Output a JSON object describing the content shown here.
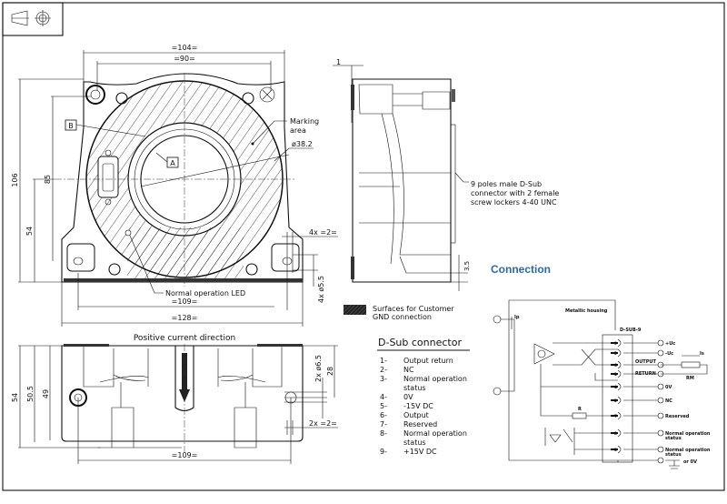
{
  "dimensions": {
    "front_width_104": "=104=",
    "front_width_90": "=90=",
    "front_width_109": "=109=",
    "front_width_128": "=128=",
    "height_106": "106",
    "height_85": "85",
    "height_54": "54",
    "bore_diameter": "ø38.2",
    "slot_width": "4x =2=",
    "hole_diameter": "4x ø5.5",
    "side_offset": "1",
    "side_height": "3.5",
    "bottom_54": "54",
    "bottom_50_5": "50.5",
    "bottom_49": "49",
    "bottom_28": "28",
    "bottom_hole": "2x ø6.5",
    "bottom_slot": "2x =2=",
    "bottom_width_109": "=109="
  },
  "labels": {
    "datum_b": "B",
    "datum_a": "A",
    "marking_area_1": "Marking",
    "marking_area_2": "area",
    "led": "Normal operation LED",
    "connector_note": [
      "9 poles male D-Sub",
      "connector with 2 female",
      "screw lockers 4-40 UNC"
    ],
    "gnd_surfaces": [
      "Surfaces for Customer",
      "GND connection"
    ],
    "positive_current": "Positive current direction"
  },
  "dsub": {
    "title": "D-Sub connector",
    "pins": [
      {
        "num": "1-",
        "label": [
          "Output return"
        ]
      },
      {
        "num": "2-",
        "label": [
          "NC"
        ]
      },
      {
        "num": "3-",
        "label": [
          "Normal operation",
          "status"
        ]
      },
      {
        "num": "4-",
        "label": [
          "0V"
        ]
      },
      {
        "num": "5-",
        "label": [
          "-15V DC"
        ]
      },
      {
        "num": "6-",
        "label": [
          "Output"
        ]
      },
      {
        "num": "7-",
        "label": [
          "Reserved"
        ]
      },
      {
        "num": "8-",
        "label": [
          "Normal operation",
          "status"
        ]
      },
      {
        "num": "9-",
        "label": [
          "+15V DC"
        ]
      }
    ]
  },
  "connection": {
    "title": "Connection",
    "housing": "Metallic housing",
    "connector": "D-SUB-9",
    "ip": "Ip",
    "is": "Is",
    "rm": "RM",
    "r": "R",
    "output": "OUTPUT",
    "return": "RETURN",
    "pin_numbers": [
      "9",
      "5",
      "6",
      "1",
      "4",
      "2",
      "7",
      "8",
      "3"
    ],
    "terminals": [
      "+Uc",
      "-Uc",
      "0V",
      "NC",
      "Reserved",
      "Normal operation",
      "status",
      "Normal operation",
      "status",
      "or 0V"
    ]
  },
  "colors": {
    "accent": "#2a6aa8"
  }
}
